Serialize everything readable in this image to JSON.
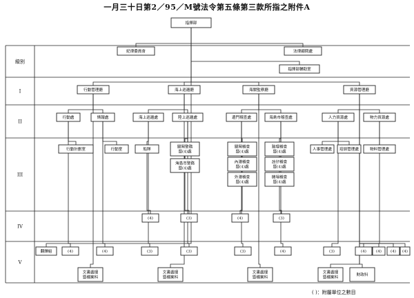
{
  "page": {
    "title": "一月三十日第2／95／M號法令第五條第三款所指之附件A",
    "footnote": "( )：附屬單位之數目"
  },
  "levels": [
    {
      "id": "top",
      "label": "級別"
    },
    {
      "id": "I",
      "label": "I"
    },
    {
      "id": "II",
      "label": "II"
    },
    {
      "id": "III",
      "label": "III"
    },
    {
      "id": "IV",
      "label": "IV"
    },
    {
      "id": "V",
      "label": "V"
    }
  ],
  "nodes": [
    {
      "id": "root",
      "lines": [
        "指揮部"
      ]
    },
    {
      "id": "council",
      "lines": [
        "紀律委員會"
      ]
    },
    {
      "id": "legal",
      "lines": [
        "法律顧問處"
      ]
    },
    {
      "id": "aux",
      "lines": [
        "指揮部輔助室"
      ]
    },
    {
      "id": "d1",
      "lines": [
        "行動管理廳"
      ]
    },
    {
      "id": "d2",
      "lines": [
        "海上巡邏廳"
      ]
    },
    {
      "id": "d3",
      "lines": [
        "海關監察廳"
      ]
    },
    {
      "id": "d4",
      "lines": [
        "資源管理廳"
      ]
    },
    {
      "id": "s1",
      "lines": [
        "行動處"
      ]
    },
    {
      "id": "s2",
      "lines": [
        "情報處"
      ]
    },
    {
      "id": "s3",
      "lines": [
        "海上巡邏處"
      ]
    },
    {
      "id": "s4",
      "lines": [
        "陸上巡邏處"
      ]
    },
    {
      "id": "s5",
      "lines": [
        "邊門稽查處"
      ]
    },
    {
      "id": "s6",
      "lines": [
        "海島市稽查處"
      ]
    },
    {
      "id": "s7",
      "lines": [
        "人力資源處"
      ]
    },
    {
      "id": "s8",
      "lines": [
        "物力資源處"
      ]
    },
    {
      "id": "u1",
      "lines": [
        "行動計劃室"
      ]
    },
    {
      "id": "u2",
      "lines": [
        "行動室"
      ]
    },
    {
      "id": "u3",
      "lines": [
        "船隊"
      ]
    },
    {
      "id": "u4",
      "lines": [
        "關閘警務",
        "暨(4)處"
      ]
    },
    {
      "id": "u5",
      "lines": [
        "海島市警務",
        "暨(4)處"
      ]
    },
    {
      "id": "u6",
      "lines": [
        "關閘稽查",
        "暨(4)處"
      ]
    },
    {
      "id": "u7",
      "lines": [
        "內港稽查",
        "暨(4)處"
      ]
    },
    {
      "id": "u8",
      "lines": [
        "外港稽查",
        "暨(4)處"
      ]
    },
    {
      "id": "u9",
      "lines": [
        "路環稽查",
        "暨(4)處"
      ]
    },
    {
      "id": "u10",
      "lines": [
        "氹仔稽查",
        "暨(4)處"
      ]
    },
    {
      "id": "u11",
      "lines": [
        "機場稽查",
        "暨(4)處"
      ]
    },
    {
      "id": "u12",
      "lines": [
        "人事管理處"
      ]
    },
    {
      "id": "u13",
      "lines": [
        "培訓管理處"
      ]
    },
    {
      "id": "u14",
      "lines": [
        "物料管理處"
      ]
    },
    {
      "id": "g1",
      "lines": [
        "(4)"
      ]
    },
    {
      "id": "g2",
      "lines": [
        "(3)"
      ]
    },
    {
      "id": "g3",
      "lines": [
        "(4)"
      ]
    },
    {
      "id": "g4",
      "lines": [
        "(3)"
      ]
    },
    {
      "id": "v1",
      "lines": [
        "翻譯組"
      ]
    },
    {
      "id": "v2",
      "lines": [
        "(4)"
      ]
    },
    {
      "id": "v3",
      "lines": [
        "(4)"
      ]
    },
    {
      "id": "v4",
      "lines": [
        "(3)"
      ]
    },
    {
      "id": "v5",
      "lines": [
        "(3)"
      ]
    },
    {
      "id": "v6",
      "lines": [
        "(3)"
      ]
    },
    {
      "id": "v7",
      "lines": [
        "(4)"
      ]
    },
    {
      "id": "v8",
      "lines": [
        "(3)"
      ]
    },
    {
      "id": "v9",
      "lines": [
        "(4)"
      ]
    },
    {
      "id": "v10",
      "lines": [
        "(4)"
      ]
    },
    {
      "id": "v11",
      "lines": [
        "(4)"
      ]
    },
    {
      "id": "v12",
      "lines": [
        "(4)"
      ]
    },
    {
      "id": "v13",
      "lines": [
        "文書處理",
        "暨檔案科"
      ]
    },
    {
      "id": "v14",
      "lines": [
        "文書處理",
        "暨檔案科"
      ]
    },
    {
      "id": "v15",
      "lines": [
        "文書處理",
        "暨檔案科"
      ]
    },
    {
      "id": "v16",
      "lines": [
        "文書處理",
        "暨檔案科"
      ]
    },
    {
      "id": "v17",
      "lines": [
        "財政科"
      ]
    }
  ],
  "edges": [
    [
      "root",
      "council"
    ],
    [
      "root",
      "legal"
    ],
    [
      "root",
      "aux"
    ],
    [
      "root",
      "d1"
    ],
    [
      "root",
      "d2"
    ],
    [
      "root",
      "d3"
    ],
    [
      "root",
      "d4"
    ],
    [
      "d1",
      "s1"
    ],
    [
      "d1",
      "s2"
    ],
    [
      "d2",
      "s3"
    ],
    [
      "d2",
      "s4"
    ],
    [
      "d3",
      "s5"
    ],
    [
      "d3",
      "s6"
    ],
    [
      "d4",
      "s7"
    ],
    [
      "d4",
      "s8"
    ],
    [
      "s1",
      "u1"
    ],
    [
      "s2",
      "u2"
    ],
    [
      "s3",
      "u3"
    ],
    [
      "s4",
      "u4"
    ],
    [
      "s4",
      "u5"
    ],
    [
      "s5",
      "u6"
    ],
    [
      "s5",
      "u7"
    ],
    [
      "s5",
      "u8"
    ],
    [
      "s6",
      "u9"
    ],
    [
      "s6",
      "u10"
    ],
    [
      "s6",
      "u11"
    ],
    [
      "s7",
      "u12"
    ],
    [
      "s7",
      "u13"
    ],
    [
      "s8",
      "u14"
    ],
    [
      "u3",
      "g1"
    ],
    [
      "u4",
      "g2"
    ],
    [
      "u8",
      "g3"
    ],
    [
      "u11",
      "g4"
    ],
    [
      "s1",
      "v2"
    ],
    [
      "s2",
      "v3"
    ],
    [
      "s3",
      "v4"
    ],
    [
      "s4",
      "v5"
    ],
    [
      "s5",
      "v6"
    ],
    [
      "s6",
      "v7"
    ],
    [
      "s7",
      "v8"
    ],
    [
      "s8",
      "v9"
    ],
    [
      "d1",
      "v13"
    ],
    [
      "d2",
      "v14"
    ],
    [
      "d3",
      "v15"
    ],
    [
      "d4",
      "v16"
    ],
    [
      "d4",
      "v17"
    ],
    [
      "root",
      "v1"
    ],
    [
      "d4",
      "v10"
    ],
    [
      "d4",
      "v11"
    ],
    [
      "d4",
      "v12"
    ]
  ]
}
